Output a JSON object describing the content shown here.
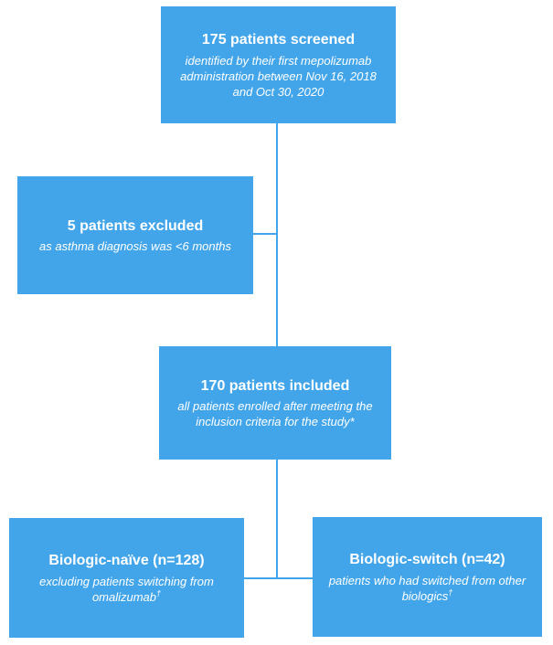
{
  "diagram": {
    "type": "patient-flow-chart",
    "colors": {
      "box": "#43a5e9",
      "text": "#ffffff",
      "background": "#ffffff",
      "line": "#43a5e9"
    },
    "boxes": {
      "screened": {
        "title": "175 patients screened",
        "subtitle": "identified by their first mepolizumab\nadministration between Nov 16, 2018\nand Oct 30, 2020"
      },
      "excluded": {
        "title": "5 patients excluded",
        "subtitle": "as asthma diagnosis was <6 months"
      },
      "included": {
        "title": "170 patients included",
        "subtitle": "all patients enrolled after meeting the\ninclusion criteria for the study*"
      },
      "naive": {
        "title": "Biologic-naïve (n=128)",
        "subtitle": "excluding patients switching from\nomalizumab",
        "sup": "†"
      },
      "switch": {
        "title": "Biologic-switch (n=42)",
        "subtitle": "patients who had switched from other\nbiologics",
        "sup": "†"
      }
    }
  }
}
